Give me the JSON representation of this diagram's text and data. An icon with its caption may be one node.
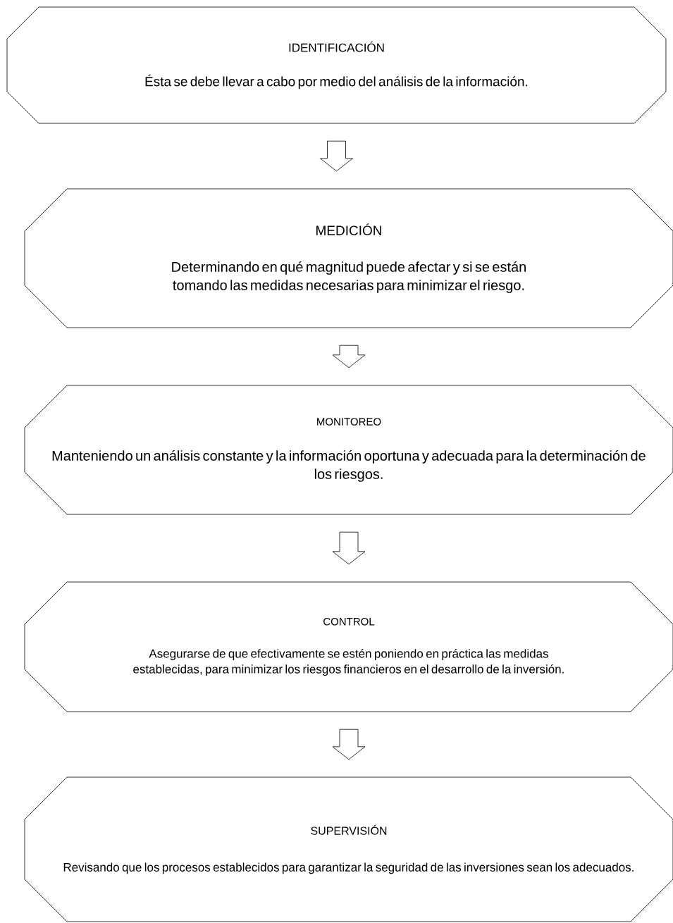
{
  "diagram": {
    "nodes": [
      {
        "text": [
          "IDENTIFICACIÓN",
          "Ésta se debe llevar a cabo por medio del análisis de la información."
        ]
      },
      {
        "text": [
          "MEDICIÓN",
          "Determinando en qué magnitud puede afectar y si se están tomando las medidas necesarias para minimizar el riesgo."
        ]
      },
      {
        "text": [
          "MONITOREO",
          "Manteniendo un análisis constante y la información oportuna y adecuada para la determinación de los riesgos."
        ]
      },
      {
        "text": [
          "CONTROL",
          "Asegurarse de que efectivamente se estén poniendo en práctica las medidas establecidas, para minimizar los riesgos financieros en el desarrollo de la inversión."
        ]
      },
      {
        "text": [
          "SUPERVISIÓN",
          "Revisando que los procesos establecidos para garantizar la seguridad de las inversiones sean los adecuados."
        ]
      }
    ],
    "edges": [
      {
        "from": 0,
        "to": 1,
        "arrow": "to"
      },
      {
        "from": 1,
        "to": 2,
        "arrow": "to"
      },
      {
        "from": 2,
        "to": 3,
        "arrow": "to"
      },
      {
        "from": 3,
        "to": 4,
        "arrow": "to"
      }
    ]
  }
}
